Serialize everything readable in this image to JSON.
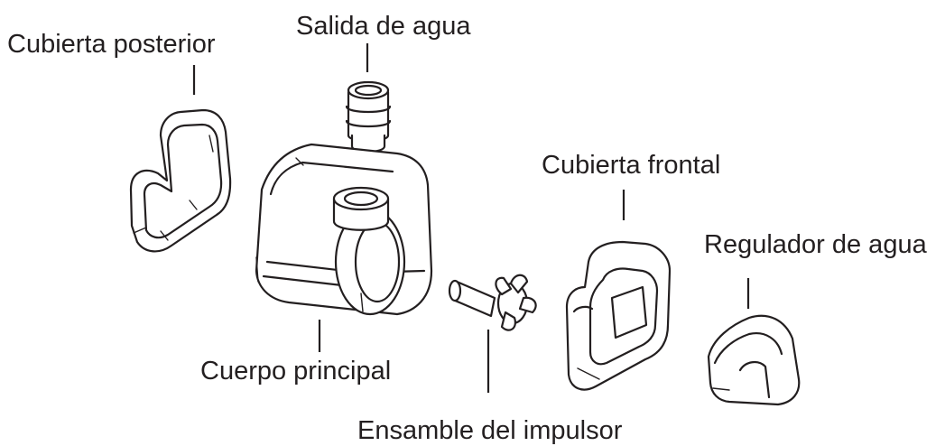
{
  "labels": {
    "back_cover": "Cubierta posterior",
    "water_outlet": "Salida de agua",
    "front_cover": "Cubierta frontal",
    "water_regulator": "Regulador de agua",
    "main_body": "Cuerpo principal",
    "impeller_assembly": "Ensamble del impulsor"
  },
  "colors": {
    "ink": "#231f20",
    "background": "#ffffff"
  }
}
